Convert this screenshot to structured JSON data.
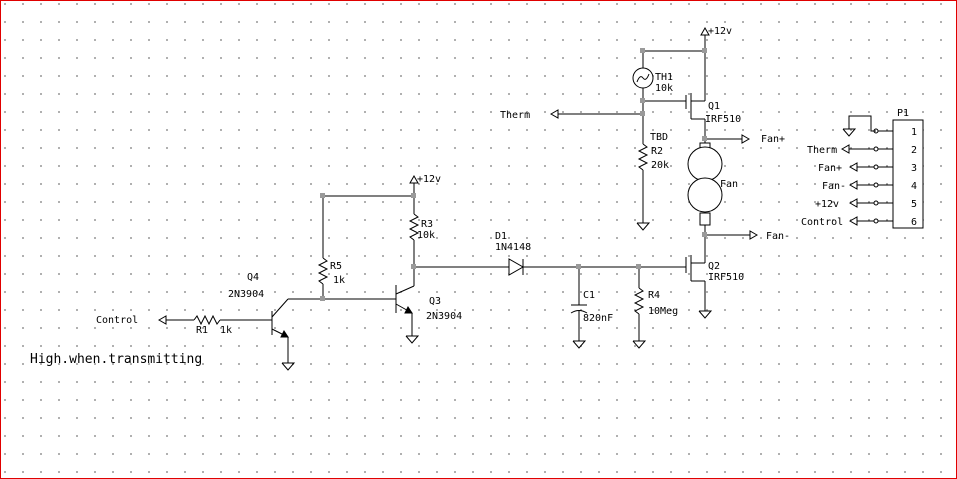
{
  "supply_label": "+12v",
  "ground_label": "",
  "note": "High.when.transmitting",
  "components": {
    "th1": {
      "ref": "TH1",
      "value": "10k"
    },
    "q1": {
      "ref": "Q1",
      "value": "IRF510"
    },
    "r2": {
      "ref": "R2",
      "value": "20k",
      "note": "TBD"
    },
    "fan": {
      "ref": "",
      "value": "Fan"
    },
    "q2": {
      "ref": "Q2",
      "value": "IRF510"
    },
    "r3": {
      "ref": "R3",
      "value": "10k"
    },
    "r5": {
      "ref": "R5",
      "value": "1k"
    },
    "q4": {
      "ref": "Q4",
      "value": "2N3904"
    },
    "q3": {
      "ref": "Q3",
      "value": "2N3904"
    },
    "r1": {
      "ref": "R1",
      "value": "1k"
    },
    "d1": {
      "ref": "D1",
      "value": "1N4148"
    },
    "c1": {
      "ref": "C1",
      "value": "820nF"
    },
    "r4": {
      "ref": "R4",
      "value": "10Meg"
    }
  },
  "ports": {
    "therm": "Therm",
    "control": "Control",
    "fan_plus": "Fan+",
    "fan_minus": "Fan-"
  },
  "connector": {
    "ref": "P1",
    "pins": [
      {
        "num": "1",
        "label": ""
      },
      {
        "num": "2",
        "label": "Therm"
      },
      {
        "num": "3",
        "label": "Fan+"
      },
      {
        "num": "4",
        "label": "Fan-"
      },
      {
        "num": "5",
        "label": "+12v"
      },
      {
        "num": "6",
        "label": "Control"
      }
    ]
  }
}
